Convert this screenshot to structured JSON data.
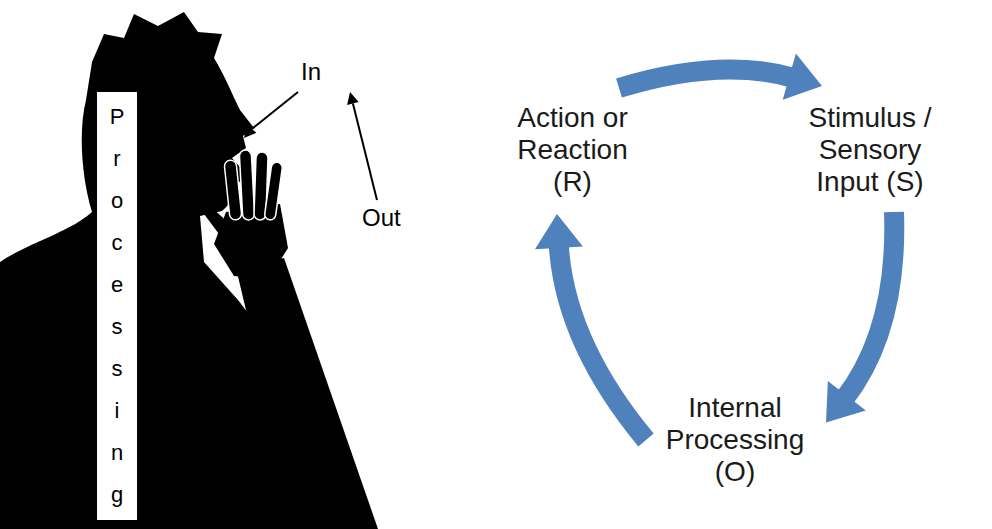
{
  "diagram": {
    "nodes": [
      {
        "text": [
          "Processing"
        ]
      },
      {
        "text": [
          "Action or Reaction (R)"
        ]
      },
      {
        "text": [
          "Stimulus / Sensory Input (S)"
        ]
      },
      {
        "text": [
          "Internal Processing (O)"
        ]
      }
    ],
    "edges": [
      {
        "from": 1,
        "to": 2,
        "arrow": "to"
      },
      {
        "from": 2,
        "to": 3,
        "arrow": "to"
      },
      {
        "from": 3,
        "to": 1,
        "arrow": "to"
      }
    ],
    "labels": [
      "In",
      "Out"
    ]
  }
}
